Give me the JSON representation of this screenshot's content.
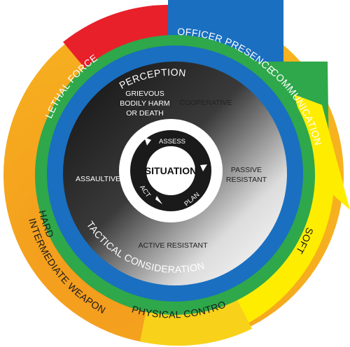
{
  "outer_ring": {
    "lethal_force": "LETHAL FORCE",
    "officer_presence": "OFFICER PRESENCE",
    "communication": "COMMUNICATION",
    "soft": "SOFT",
    "hard": "HARD",
    "intermediate_weapons": "INTERMEDIATE WEAPONS",
    "physical_control": "PHYSICAL CONTROL"
  },
  "middle_ring": {
    "perception": "PERCEPTION",
    "tactical_consideration": "TACTICAL CONSIDERATION"
  },
  "inner_zones": {
    "cooperative": "COOPERATIVE",
    "passive_resistant_line1": "PASSIVE",
    "passive_resistant_line2": "RESISTANT",
    "active_resistant": "ACTIVE RESISTANT",
    "assaultive": "ASSAULTIVE",
    "grievous_line1": "GRIEVOUS",
    "grievous_line2": "BODILY HARM",
    "grievous_line3": "OR DEATH"
  },
  "center": {
    "situation": "SITUATION",
    "assess": "ASSESS",
    "plan": "PLAN",
    "act": "ACT"
  },
  "colors": {
    "red": "#e8202a",
    "orange": "#f39a1e",
    "yellow": "#ffed00",
    "green": "#2ea84a",
    "blue": "#1a6fc0",
    "black": "#1c1c1c",
    "white": "#ffffff"
  }
}
